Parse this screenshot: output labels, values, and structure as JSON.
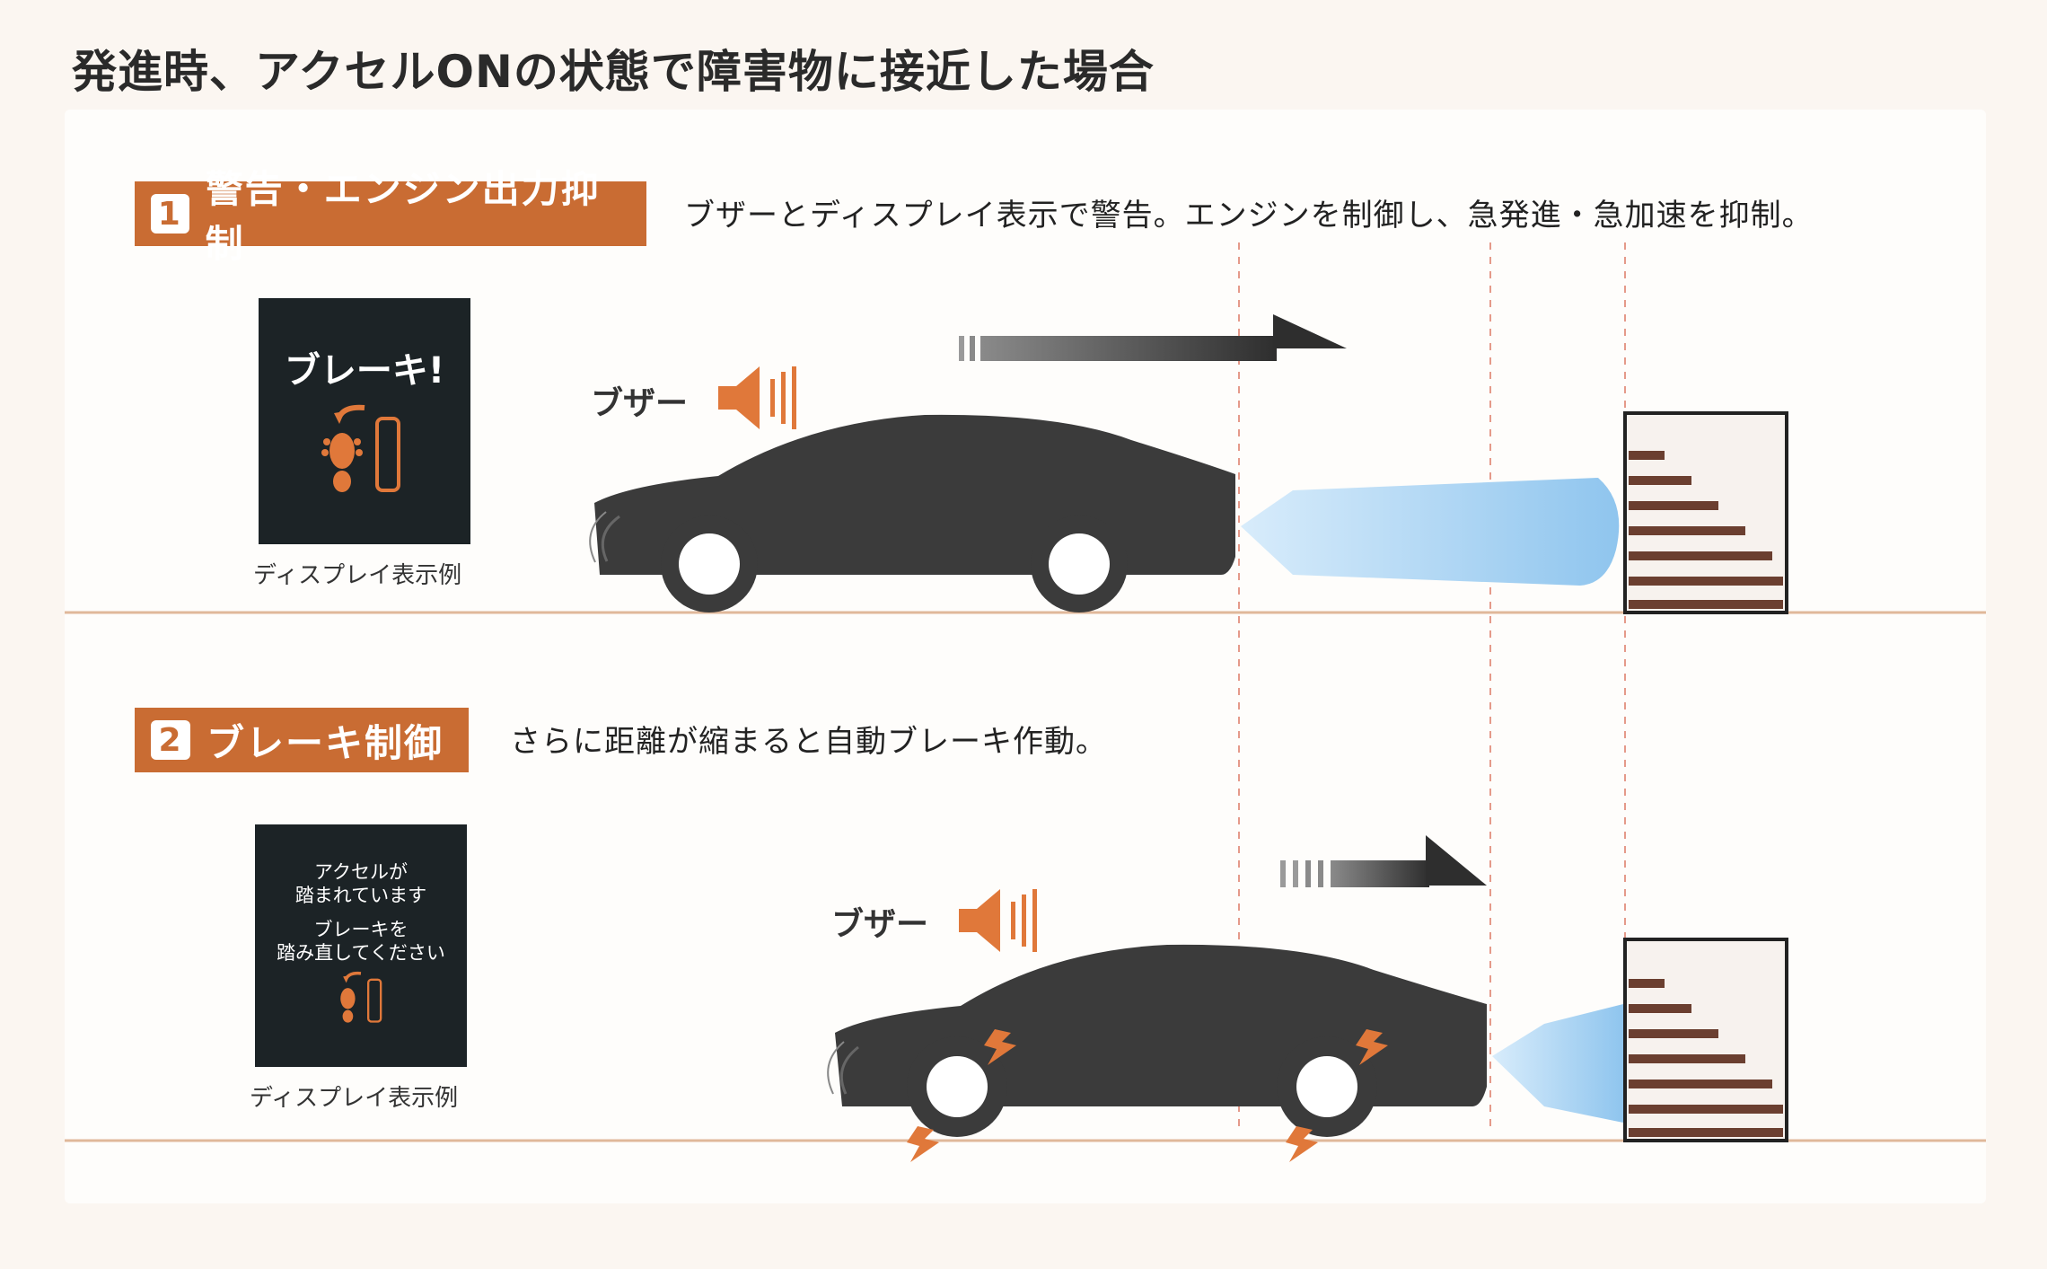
{
  "title": "発進時、アクセルONの状態で障害物に接近した場合",
  "steps": [
    {
      "number": "1",
      "label": "警告・エンジン出力抑制",
      "description": "ブザーとディスプレイ表示で警告。エンジンを制御し、急発進・急加速を抑制。",
      "display_text": [
        "ブレーキ!"
      ],
      "display_caption": "ディスプレイ表示例",
      "buzzer_label": "ブザー"
    },
    {
      "number": "2",
      "label": "ブレーキ制御",
      "description": "さらに距離が縮まると自動ブレーキ作動。",
      "display_text": [
        "アクセルが",
        "踏まれています",
        "ブレーキを",
        "踏み直してください"
      ],
      "display_caption": "ディスプレイ表示例",
      "buzzer_label": "ブザー"
    }
  ],
  "colors": {
    "accent": "#c96c33",
    "car": "#3b3b3b",
    "sensor_beam": "#a8d4f5",
    "brick": "#7a4a3a",
    "ground_line": "#e0b89a"
  },
  "icons": {
    "buzzer": "speaker-icon",
    "foot": "foot-pedal-icon",
    "brake_spark": "lightning-icon"
  }
}
